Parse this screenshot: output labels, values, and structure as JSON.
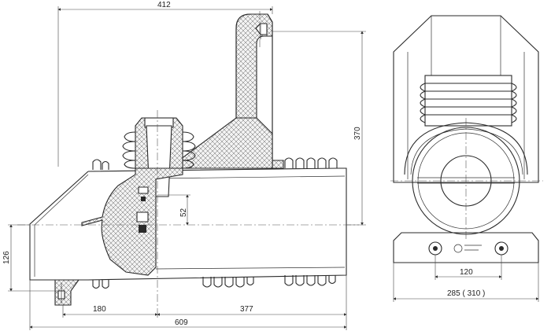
{
  "dimensions": {
    "top_width": "412",
    "right_height": "370",
    "mid_offset": "52",
    "left_height": "126",
    "bottom_left": "180",
    "bottom_right": "377",
    "overall_width": "609",
    "side_center_spacing": "120",
    "side_width": "285 ( 310 )"
  }
}
